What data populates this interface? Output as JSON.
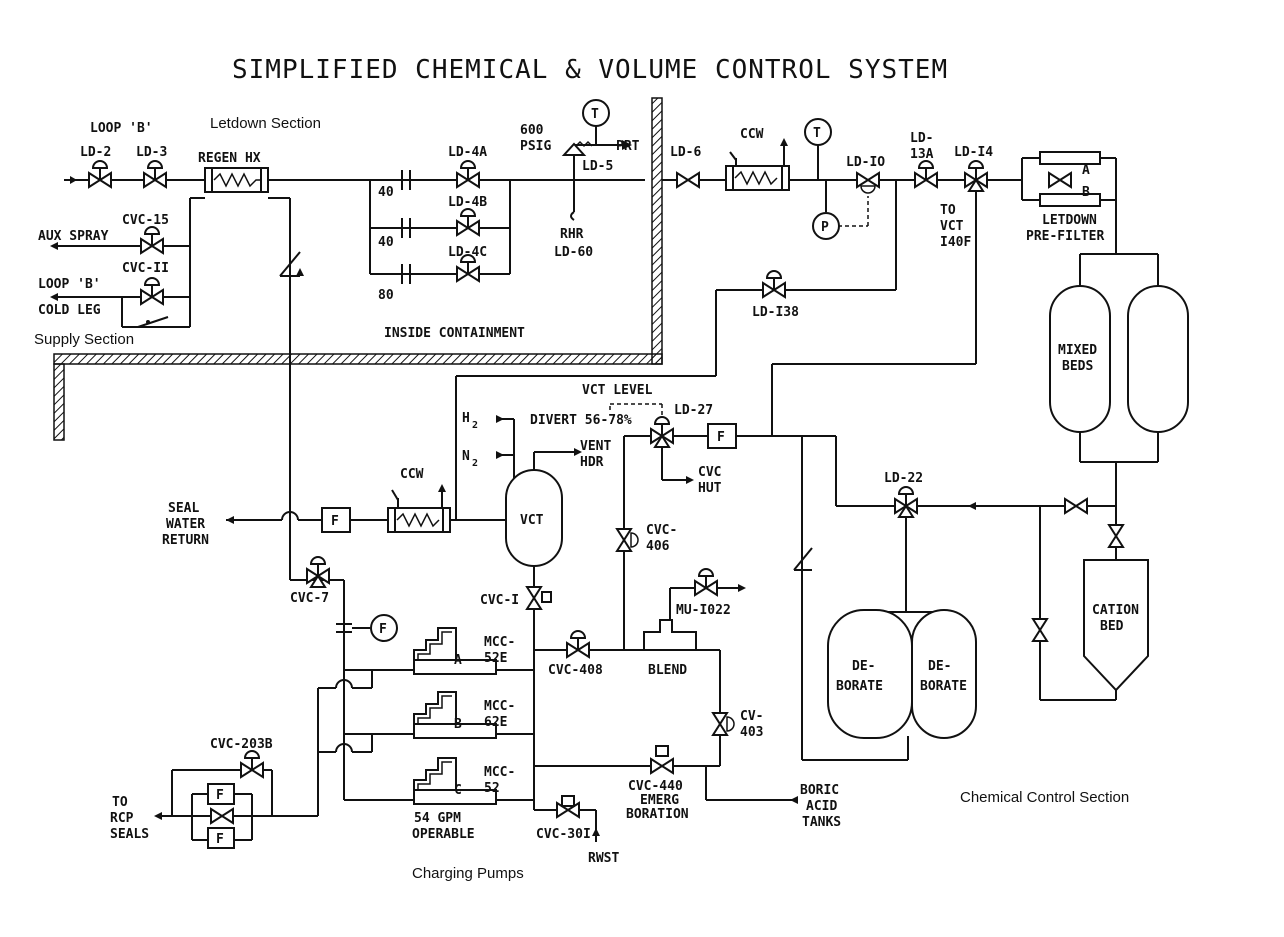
{
  "title": "SIMPLIFIED CHEMICAL & VOLUME CONTROL SYSTEM",
  "sections": {
    "letdown": "Letdown Section",
    "supply": "Supply Section",
    "inside_containment": "INSIDE CONTAINMENT",
    "charging_pumps": "Charging Pumps",
    "chemical_control": "Chemical Control Section"
  },
  "labels": {
    "loop_b_top": "LOOP 'B'",
    "ld2": "LD-2",
    "ld3": "LD-3",
    "regen_hx": "REGEN HX",
    "aux_spray": "AUX SPRAY",
    "cvc15": "CVC-15",
    "loop_b_bottom": "LOOP 'B'",
    "cold_leg": "COLD LEG",
    "cvc11": "CVC-II",
    "orifice_40a": "40",
    "orifice_40b": "40",
    "orifice_80": "80",
    "ld4a": "LD-4A",
    "ld4b": "LD-4B",
    "ld4c": "LD-4C",
    "psig_600": "600",
    "psig": "PSIG",
    "prt": "PRT",
    "ld5": "LD-5",
    "rhr": "RHR",
    "ld60": "LD-60",
    "t1": "T",
    "ld6": "LD-6",
    "ccw_top": "CCW",
    "t2": "T",
    "p1": "P",
    "ld10": "LD-IO",
    "ld13a_1": "LD-",
    "ld13a_2": "13A",
    "ld14": "LD-I4",
    "to": "TO",
    "vct": "VCT",
    "f140": "I40F",
    "prefilter_a": "A",
    "prefilter_b": "B",
    "letdown": "LETDOWN",
    "prefilter": "PRE-FILTER",
    "ld138": "LD-I38",
    "mixed": "MIXED",
    "beds": "BEDS",
    "vct_level": "VCT LEVEL",
    "divert": "DIVERT 56-78%",
    "ld27": "LD-27",
    "h2": "H",
    "h2_sub": "2",
    "n2": "N",
    "n2_sub": "2",
    "vent": "VENT",
    "hdr": "HDR",
    "cvc": "CVC",
    "hut": "HUT",
    "f_ld27": "F",
    "seal": "SEAL",
    "water": "WATER",
    "return": "RETURN",
    "f_seal": "F",
    "ccw_mid": "CCW",
    "vct_tank": "VCT",
    "cvc406a": "CVC-",
    "cvc406b": "406",
    "ld22": "LD-22",
    "cation": "CATION",
    "bed": "BED",
    "cvc7": "CVC-7",
    "f_flow": "F",
    "cvc1": "CVC-I",
    "mu1022": "MU-I022",
    "mcc52e_1": "MCC-",
    "mcc52e_2": "52E",
    "pump_a": "A",
    "cvc408": "CVC-408",
    "blend": "BLEND",
    "deborate1a": "DE-",
    "deborate1b": "BORATE",
    "deborate2a": "DE-",
    "deborate2b": "BORATE",
    "mcc62e_1": "MCC-",
    "mcc62e_2": "62E",
    "pump_b": "B",
    "cv403a": "CV-",
    "cv403b": "403",
    "cvc203b": "CVC-203B",
    "f_rcp1": "F",
    "f_rcp2": "F",
    "mcc52_1": "MCC-",
    "mcc52_2": "52",
    "pump_c": "C",
    "cvc440": "CVC-440",
    "emerg": "EMERG",
    "boration": "BORATION",
    "boric": "BORIC",
    "acid": "ACID",
    "tanks": "TANKS",
    "to_rcp": "TO",
    "rcp": "RCP",
    "seals": "SEALS",
    "gpm54": "54 GPM",
    "operable": "OPERABLE",
    "cvc301": "CVC-30I",
    "rwst": "RWST"
  }
}
